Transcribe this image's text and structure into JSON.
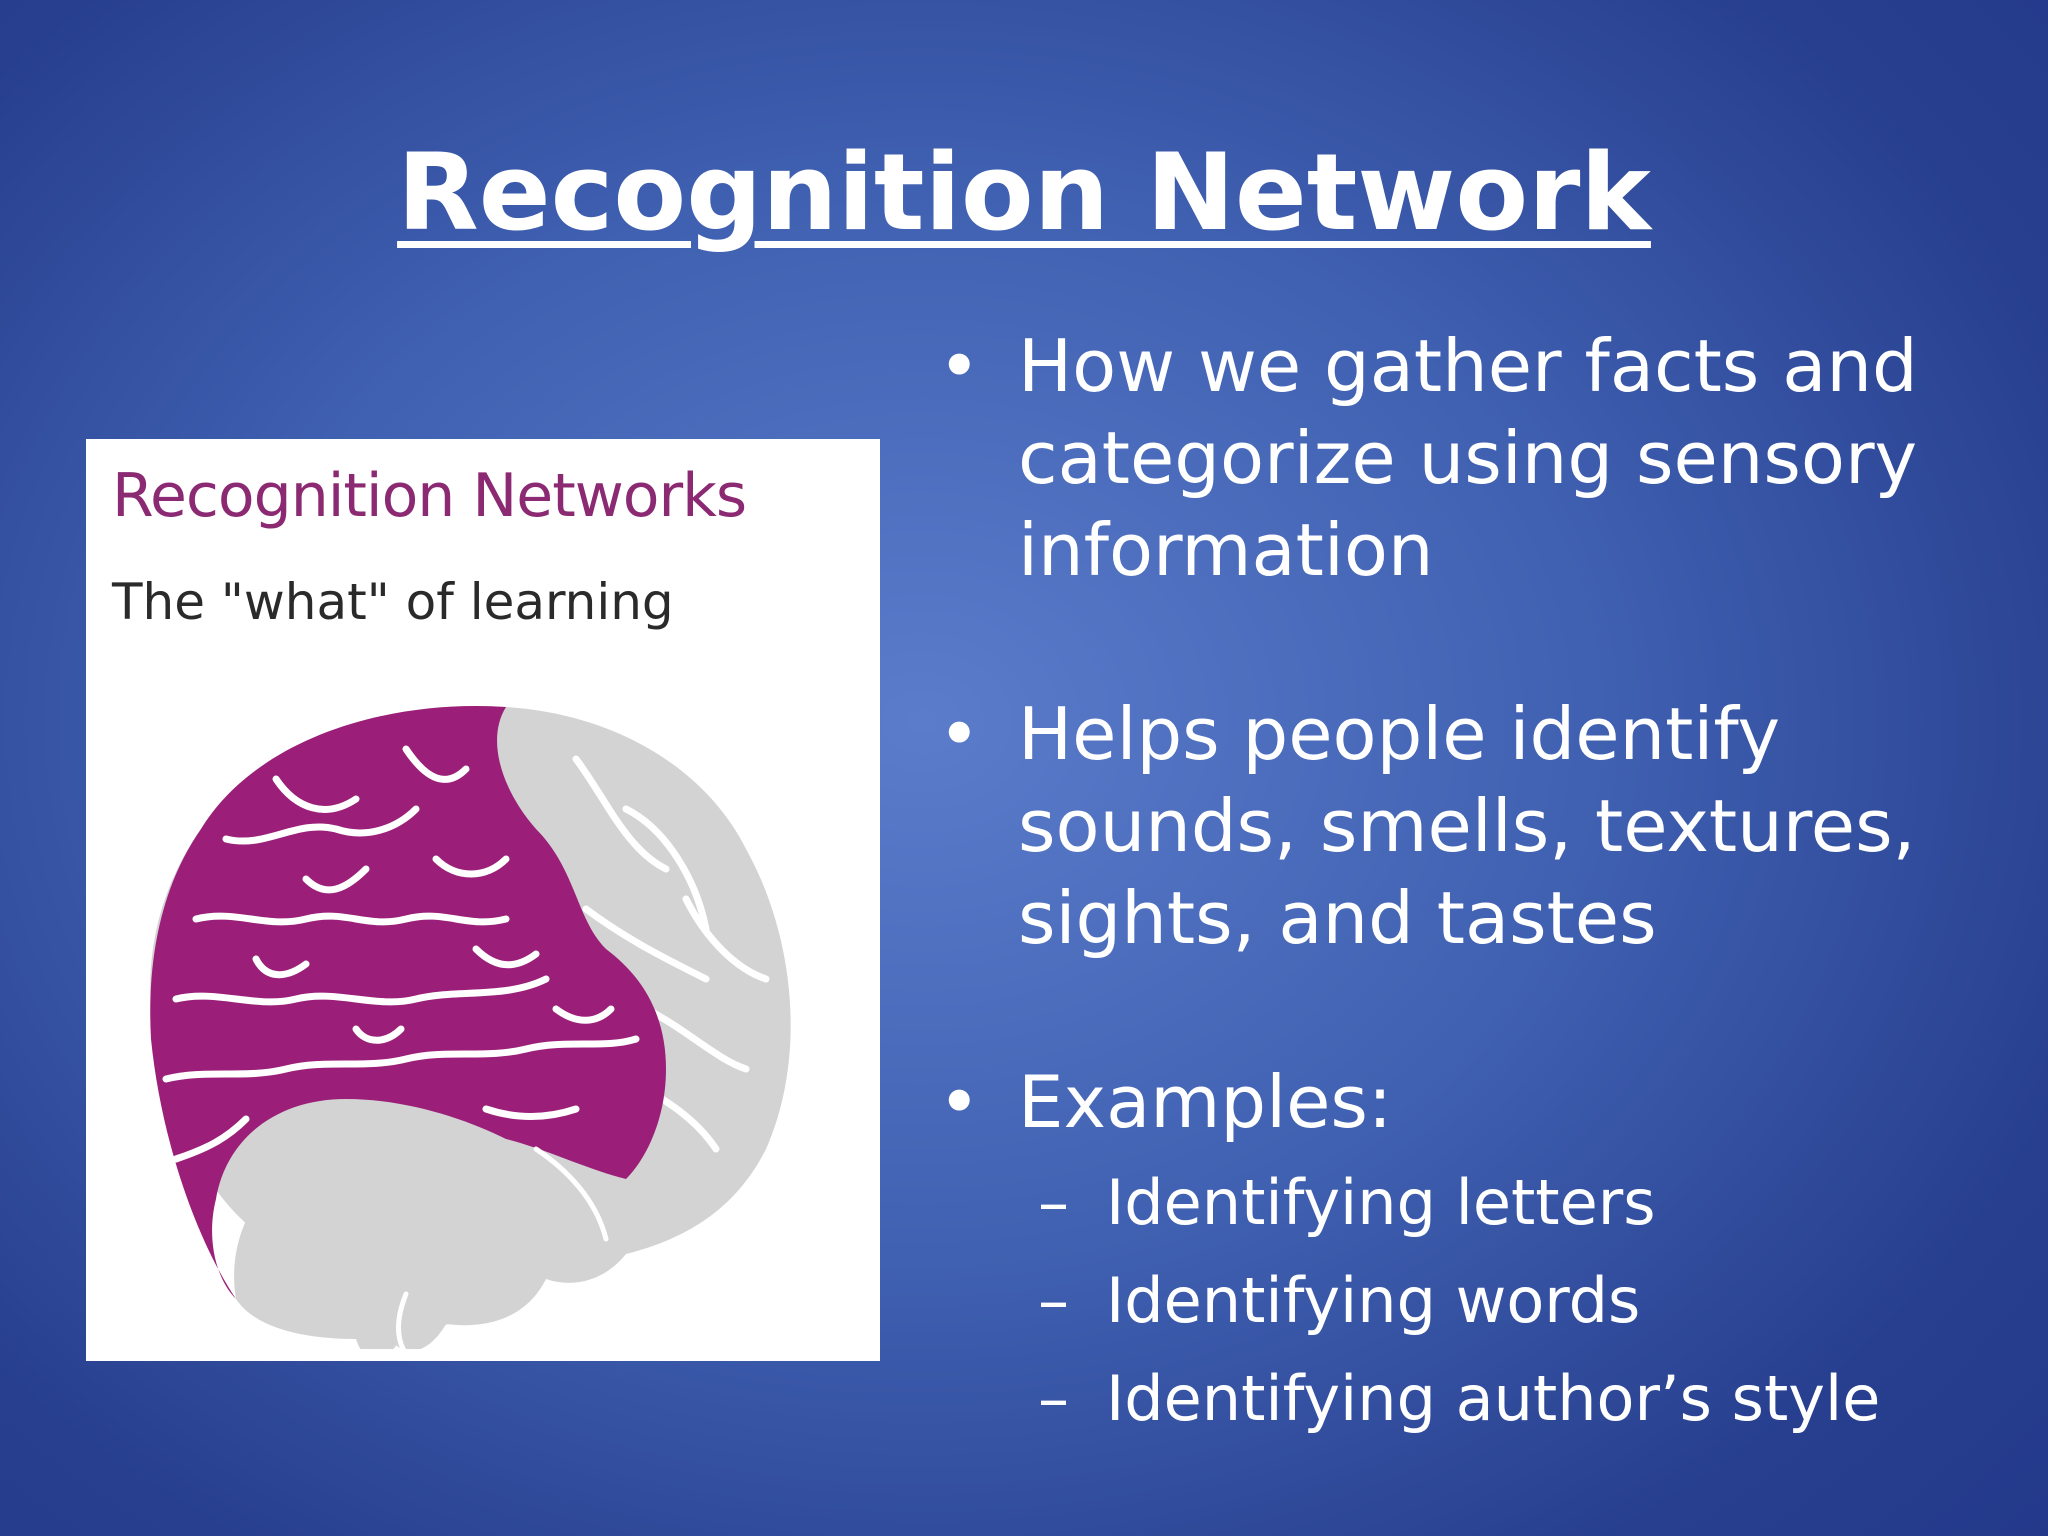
{
  "slide": {
    "title": "Recognition Network"
  },
  "figure": {
    "title": "Recognition Networks",
    "subtitle": "The \"what\" of learning",
    "highlight_color": "#9b1f78",
    "brain_color": "#d3d3d3"
  },
  "bullets": [
    {
      "marker": "•",
      "lines": [
        "How we gather facts and",
        "categorize using sensory",
        "information"
      ]
    },
    {
      "marker": "•",
      "lines": [
        "Helps people identify",
        "sounds, smells, textures,",
        "sights, and tastes"
      ]
    },
    {
      "marker": "•",
      "lines": [
        "Examples:"
      ],
      "sub_items": [
        {
          "marker": "–",
          "text": "Identifying letters"
        },
        {
          "marker": "–",
          "text": "Identifying words"
        },
        {
          "marker": "–",
          "text": "Identifying author’s style"
        }
      ]
    }
  ]
}
